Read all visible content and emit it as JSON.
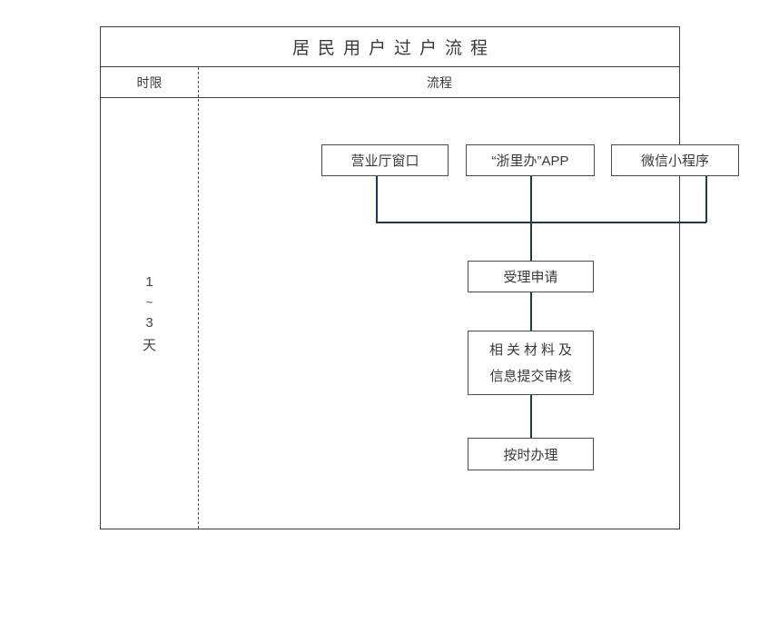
{
  "document": {
    "title": "居民用户过户流程"
  },
  "table": {
    "headers": {
      "duration": "时限",
      "flow": "流程"
    },
    "duration_cell": {
      "lines": [
        "1",
        "~",
        "3",
        "天"
      ],
      "plain": "1~3天"
    }
  },
  "flowchart": {
    "type": "flowchart",
    "orientation": "top-down",
    "entry_nodes": [
      {
        "id": "hall",
        "label": "营业厅窗口"
      },
      {
        "id": "app",
        "label": "“浙里办”APP"
      },
      {
        "id": "wechat",
        "label": "微信小程序"
      }
    ],
    "process_nodes": [
      {
        "id": "accept",
        "label": "受理申请"
      },
      {
        "id": "review",
        "line1": "相关材料及",
        "line2": "信息提交审核"
      },
      {
        "id": "handle",
        "label": "按时办理"
      }
    ],
    "edges": [
      {
        "from": "hall",
        "to": "accept"
      },
      {
        "from": "app",
        "to": "accept"
      },
      {
        "from": "wechat",
        "to": "accept"
      },
      {
        "from": "accept",
        "to": "review"
      },
      {
        "from": "review",
        "to": "handle"
      }
    ]
  },
  "colors": {
    "connector": "#1f3a4d",
    "node_border": "#4b4b4b",
    "table_border": "#404040",
    "text": "#3a3a3a",
    "background": "#ffffff"
  }
}
